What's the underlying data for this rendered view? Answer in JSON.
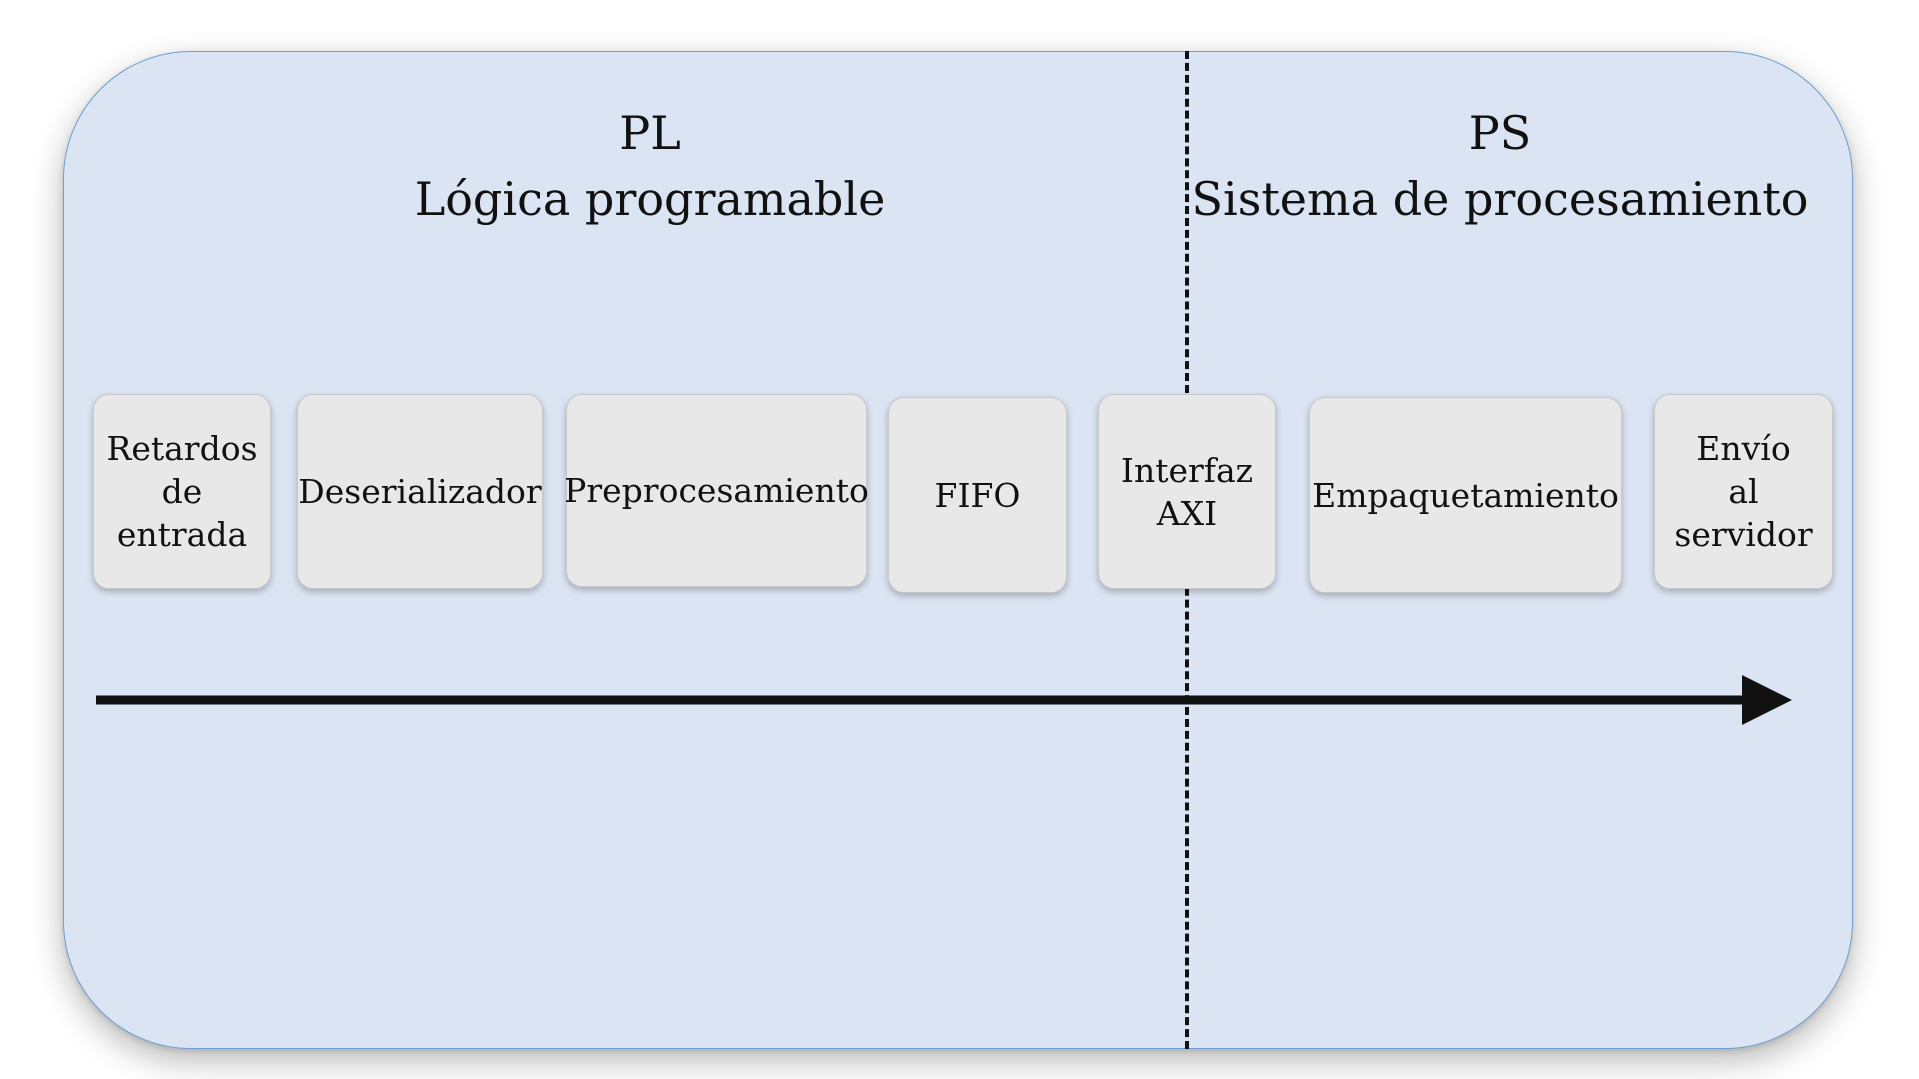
{
  "sections": {
    "pl": {
      "abbr": "PL",
      "full": "Lógica programable"
    },
    "ps": {
      "abbr": "PS",
      "full": "Sistema de procesamiento"
    }
  },
  "blocks": [
    {
      "label": "Retardos\nde\nentrada"
    },
    {
      "label": "Deserializador"
    },
    {
      "label": "Preprocesamiento"
    },
    {
      "label": "FIFO"
    },
    {
      "label": "Interfaz\nAXI"
    },
    {
      "label": "Empaquetamiento"
    },
    {
      "label": "Envío\nal\nservidor"
    }
  ],
  "colors": {
    "panel_fill": "#dbe4f3",
    "panel_border": "#6f9fd0",
    "block_fill": "#e8e8e8",
    "ink": "#111111"
  }
}
